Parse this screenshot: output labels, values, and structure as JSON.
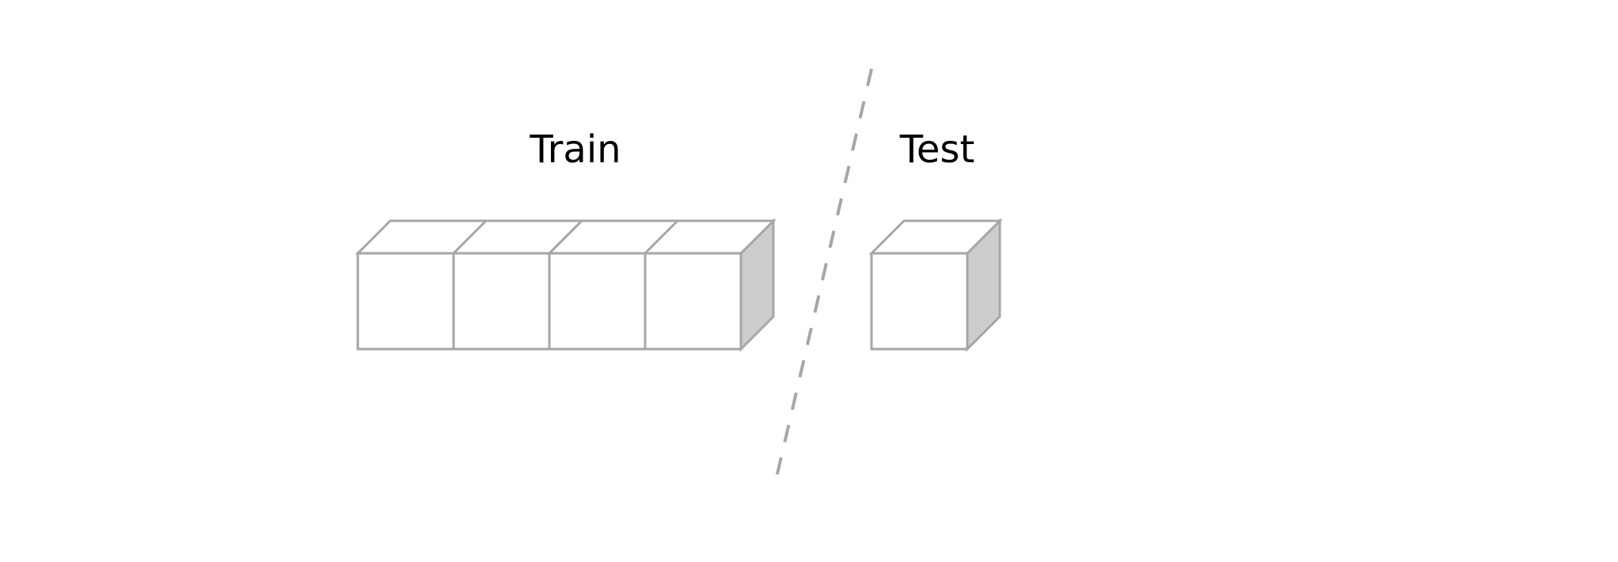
{
  "labels": {
    "train": "Train",
    "test": "Test"
  },
  "diagram": {
    "train_block_count": 4,
    "test_block_count": 1
  },
  "colors": {
    "edge": "#a6a6a6",
    "side_face": "#cccccc",
    "front_face": "#ffffff",
    "text": "#000000"
  }
}
